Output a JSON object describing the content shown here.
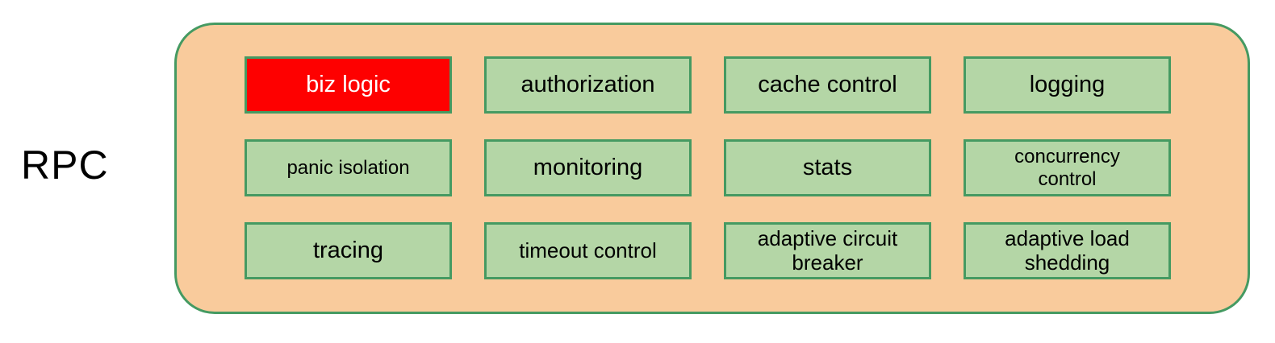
{
  "diagram": {
    "label": "RPC",
    "cells": [
      {
        "label": "biz logic",
        "variant": "highlight"
      },
      {
        "label": "authorization",
        "variant": "normal"
      },
      {
        "label": "cache control",
        "variant": "normal"
      },
      {
        "label": "logging",
        "variant": "normal"
      },
      {
        "label": "panic isolation",
        "variant": "normal"
      },
      {
        "label": "monitoring",
        "variant": "normal"
      },
      {
        "label": "stats",
        "variant": "normal"
      },
      {
        "label": "concurrency\ncontrol",
        "variant": "normal"
      },
      {
        "label": "tracing",
        "variant": "normal"
      },
      {
        "label": "timeout control",
        "variant": "normal"
      },
      {
        "label": "adaptive circuit\nbreaker",
        "variant": "normal"
      },
      {
        "label": "adaptive load\nshedding",
        "variant": "normal"
      }
    ],
    "colors": {
      "page_background": "#FFFFFF",
      "container_fill": "#F9CB9C",
      "container_border": "#459A62",
      "cell_fill": "#B4D6A6",
      "cell_border": "#459A62",
      "highlight_fill": "#FE0000",
      "highlight_text": "#FFFFFF",
      "text": "#000000"
    }
  }
}
